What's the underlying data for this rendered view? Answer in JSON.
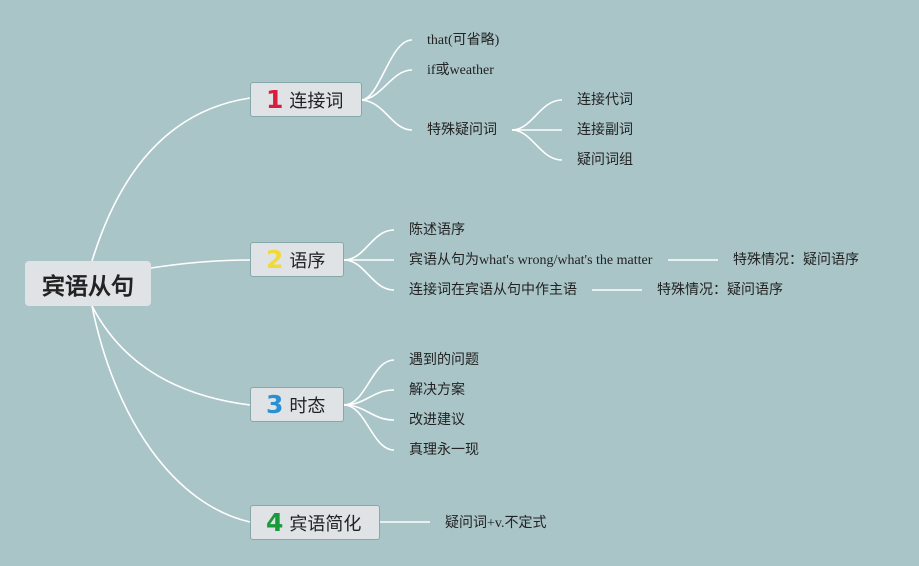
{
  "root": {
    "label": "宾语从句"
  },
  "branches": [
    {
      "number": "1",
      "number_color": "#d81e3c",
      "label": "连接词",
      "children": [
        {
          "label": "that(可省略)"
        },
        {
          "label": "if或weather"
        },
        {
          "label": "特殊疑问词",
          "children": [
            {
              "label": "连接代词"
            },
            {
              "label": "连接副词"
            },
            {
              "label": "疑问词组"
            }
          ]
        }
      ]
    },
    {
      "number": "2",
      "number_color": "#f2d93a",
      "label": "语序",
      "children": [
        {
          "label": "陈述语序"
        },
        {
          "label": "宾语从句为what's wrong/what's the matter",
          "note": "特殊情况：疑问语序"
        },
        {
          "label": "连接词在宾语从句中作主语",
          "note": "特殊情况：疑问语序"
        }
      ]
    },
    {
      "number": "3",
      "number_color": "#2a8fd4",
      "label": "时态",
      "children": [
        {
          "label": "遇到的问题"
        },
        {
          "label": "解决方案"
        },
        {
          "label": "改进建议"
        },
        {
          "label": "真理永一现"
        }
      ]
    },
    {
      "number": "4",
      "number_color": "#1a9a3a",
      "label": "宾语简化",
      "children": [
        {
          "label": "疑问词+v.不定式"
        }
      ]
    }
  ]
}
